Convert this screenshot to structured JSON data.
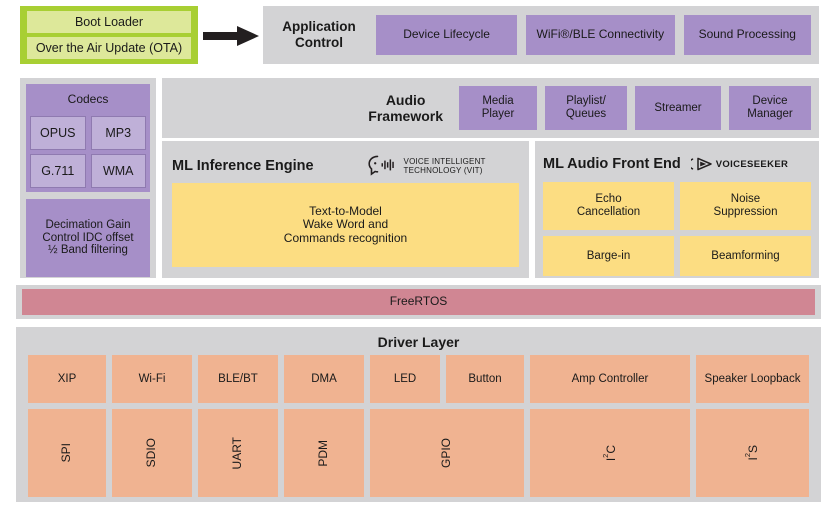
{
  "boot": {
    "items": [
      {
        "label": "Boot Loader"
      },
      {
        "label": "Over the Air Update (OTA)"
      }
    ]
  },
  "application_control": {
    "title": "Application\nControl",
    "title_line1": "Application",
    "title_line2": "Control",
    "blocks": [
      {
        "label": "Device Lifecycle"
      },
      {
        "label": "WiFi®/BLE Connectivity"
      },
      {
        "label": "Sound Processing"
      }
    ]
  },
  "codecs": {
    "title": "Codecs",
    "items": [
      "OPUS",
      "MP3",
      "G.711",
      "WMA"
    ],
    "decimation": "Decimation Gain\nControl IDC offset\n½ Band filtering",
    "decimation_lines": [
      "Decimation Gain",
      "Control IDC offset",
      "½ Band filtering"
    ]
  },
  "audio_framework": {
    "title_line1": "Audio",
    "title_line2": "Framework",
    "blocks": [
      {
        "line1": "Media",
        "line2": "Player"
      },
      {
        "line1": "Playlist/",
        "line2": "Queues"
      },
      {
        "line1": "Streamer",
        "line2": ""
      },
      {
        "line1": "Device",
        "line2": "Manager"
      }
    ]
  },
  "ml_inference": {
    "title": "ML Inference Engine",
    "logo_icon": "head-soundwave-icon",
    "logo_line1": "VOICE INTELLIGENT",
    "logo_line2": "TECHNOLOGY (VIT)",
    "body_lines": [
      "Text-to-Model",
      "Wake Word and",
      "Commands recognition"
    ]
  },
  "ml_audio_front_end": {
    "title": "ML Audio Front End",
    "logo_icon": "voiceseeker-arrow-icon",
    "logo_text": "VOICESEEKER",
    "blocks": [
      {
        "line1": "Echo",
        "line2": "Cancellation"
      },
      {
        "line1": "Noise",
        "line2": "Suppression"
      },
      {
        "line1": "Barge-in",
        "line2": ""
      },
      {
        "line1": "Beamforming",
        "line2": ""
      }
    ]
  },
  "rtos": {
    "label": "FreeRTOS"
  },
  "driver_layer": {
    "title": "Driver Layer",
    "top_row": [
      {
        "label": "XIP"
      },
      {
        "label": "Wi-Fi"
      },
      {
        "label": "BLE/BT"
      },
      {
        "label": "DMA"
      },
      {
        "label": "LED"
      },
      {
        "label": "Button"
      },
      {
        "label": "Amp Controller"
      },
      {
        "label": "Speaker Loopback"
      }
    ],
    "bottom_row": [
      {
        "label": "SPI"
      },
      {
        "label": "SDIO"
      },
      {
        "label": "UART"
      },
      {
        "label": "PDM"
      },
      {
        "label": "GPIO"
      },
      {
        "label": "I2C",
        "base": "I",
        "sup": "2",
        "tail": "C"
      },
      {
        "label": "I2S",
        "base": "I",
        "sup": "2",
        "tail": "S"
      }
    ]
  },
  "colors": {
    "panel_grey": "#d3d3d5",
    "purple": "#a68fc8",
    "purple_light": "#bfb0d8",
    "yellow": "#fcdd82",
    "orange": "#f0b391",
    "rose": "#d08693",
    "green_border": "#a8cf33",
    "green_fill": "#dde89a",
    "arrow_black": "#231f20"
  }
}
